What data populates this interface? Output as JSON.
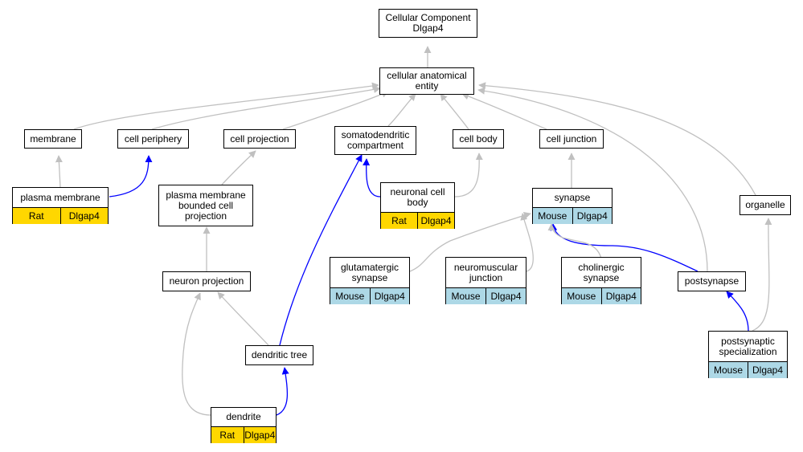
{
  "colors": {
    "rat": "#ffd700",
    "mouse": "#add8e6",
    "edge_grey": "#c0c0c0",
    "edge_blue": "#0000ff"
  },
  "nodes": {
    "root": {
      "lines": [
        "Cellular Component",
        "Dlgap4"
      ]
    },
    "cae": {
      "lines": [
        "cellular anatomical",
        "entity"
      ]
    },
    "membrane": {
      "lines": [
        "membrane"
      ]
    },
    "cell_periphery": {
      "lines": [
        "cell periphery"
      ]
    },
    "cell_projection": {
      "lines": [
        "cell projection"
      ]
    },
    "somatodendritic": {
      "lines": [
        "somatodendritic",
        "compartment"
      ]
    },
    "cell_body": {
      "lines": [
        "cell body"
      ]
    },
    "cell_junction": {
      "lines": [
        "cell junction"
      ]
    },
    "plasma_membrane": {
      "lines": [
        "plasma membrane"
      ],
      "species": "Rat",
      "gene": "Dlgap4"
    },
    "pm_bounded": {
      "lines": [
        "plasma membrane",
        "bounded cell",
        "projection"
      ]
    },
    "neuronal_cell_body": {
      "lines": [
        "neuronal cell",
        "body"
      ],
      "species": "Rat",
      "gene": "Dlgap4"
    },
    "synapse": {
      "lines": [
        "synapse"
      ],
      "species": "Mouse",
      "gene": "Dlgap4"
    },
    "organelle": {
      "lines": [
        "organelle"
      ]
    },
    "glutamatergic": {
      "lines": [
        "glutamatergic",
        "synapse"
      ],
      "species": "Mouse",
      "gene": "Dlgap4"
    },
    "neuromuscular": {
      "lines": [
        "neuromuscular",
        "junction"
      ],
      "species": "Mouse",
      "gene": "Dlgap4"
    },
    "cholinergic": {
      "lines": [
        "cholinergic",
        "synapse"
      ],
      "species": "Mouse",
      "gene": "Dlgap4"
    },
    "postsynapse": {
      "lines": [
        "postsynapse"
      ]
    },
    "neuron_projection": {
      "lines": [
        "neuron projection"
      ]
    },
    "dendritic_tree": {
      "lines": [
        "dendritic tree"
      ]
    },
    "postsynaptic_spec": {
      "lines": [
        "postsynaptic",
        "specialization"
      ],
      "species": "Mouse",
      "gene": "Dlgap4"
    },
    "dendrite": {
      "lines": [
        "dendrite"
      ],
      "species": "Rat",
      "gene": "Dlgap4"
    }
  }
}
